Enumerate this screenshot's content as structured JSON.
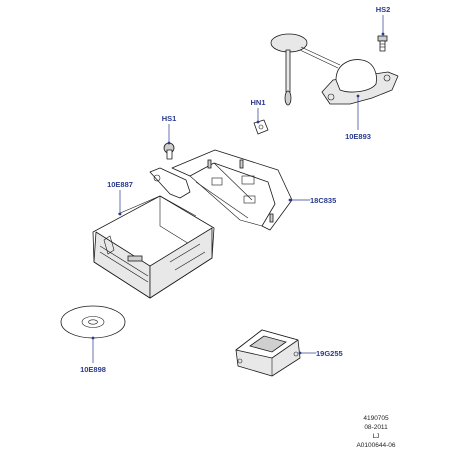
{
  "callouts": {
    "hs2": "HS2",
    "hs1": "HS1",
    "hn1": "HN1",
    "e893": "10E893",
    "e887": "10E887",
    "c835": "18C835",
    "g255": "19G255",
    "e898": "10E898"
  },
  "footer": {
    "line1": "4190705",
    "line2": "08-2011",
    "line3": "LJ",
    "line4": "A0100644-06"
  }
}
